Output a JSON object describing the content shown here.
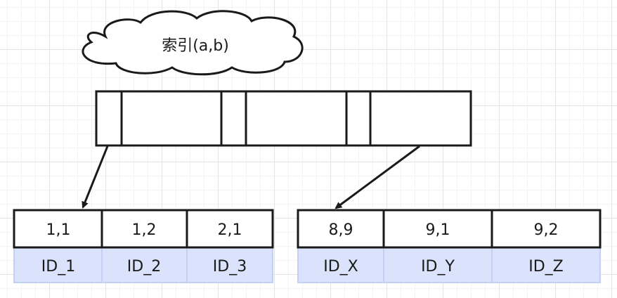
{
  "index_label": "索引(a,b)",
  "leaf_left": {
    "keys": [
      "1,1",
      "1,2",
      "2,1"
    ],
    "ids": [
      "ID_1",
      "ID_2",
      "ID_3"
    ]
  },
  "leaf_right": {
    "keys": [
      "8,9",
      "9,1",
      "9,2"
    ],
    "ids": [
      "ID_X",
      "ID_Y",
      "ID_Z"
    ]
  },
  "colors": {
    "stroke": "#1a1a1a",
    "id_fill": "#dae3fb",
    "id_stroke": "#c2d0f5",
    "grid": "#e3e3e3"
  }
}
